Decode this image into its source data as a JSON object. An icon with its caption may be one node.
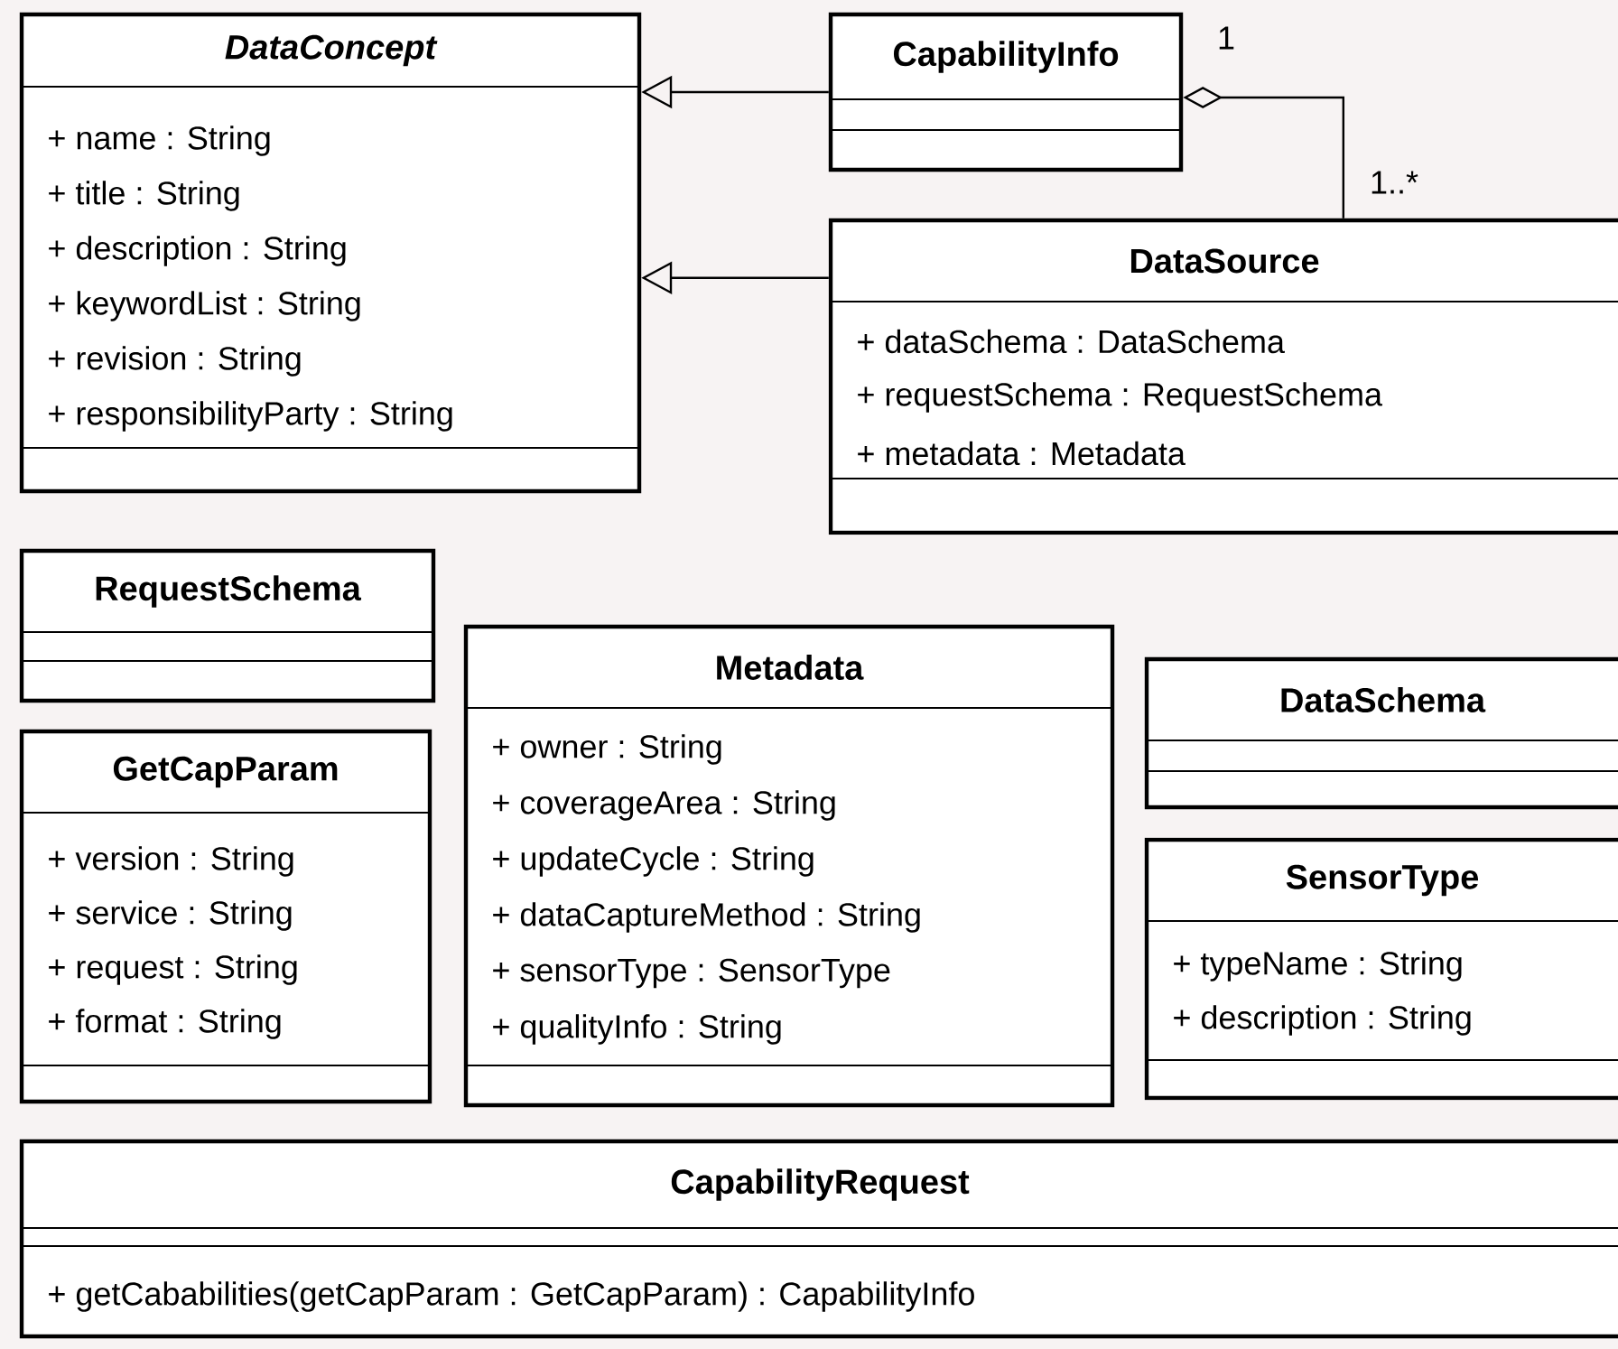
{
  "diagram": {
    "nodes": [
      {
        "text": [
          "DataConcept",
          "+ name : String",
          "+ title : String",
          "+ description : String",
          "+ keywordList : String",
          "+ revision : String",
          "+ responsibilityParty : String"
        ]
      },
      {
        "text": [
          "CapabilityInfo"
        ]
      },
      {
        "text": [
          "DataSource",
          "+ dataSchema : DataSchema",
          "+ requestSchema : RequestSchema",
          "+ metadata : Metadata"
        ]
      },
      {
        "text": [
          "RequestSchema"
        ]
      },
      {
        "text": [
          "GetCapParam",
          "+ version : String",
          "+ service : String",
          "+ request : String",
          "+ format : String"
        ]
      },
      {
        "text": [
          "Metadata",
          "+ owner : String",
          "+ coverageArea : String",
          "+ updateCycle : String",
          "+ dataCaptureMethod : String",
          "+ sensorType : SensorType",
          "+ qualityInfo : String"
        ]
      },
      {
        "text": [
          "DataSchema"
        ]
      },
      {
        "text": [
          "SensorType",
          "+ typeName : String",
          "+ description : String"
        ]
      },
      {
        "text": [
          "CapabilityRequest",
          "+ getCababilities(getCapParam : GetCapParam) : CapabilityInfo"
        ]
      }
    ],
    "edges": [
      {
        "from": 1,
        "to": 0,
        "arrow": "to"
      },
      {
        "from": 2,
        "to": 0,
        "arrow": "to"
      },
      {
        "from": 1,
        "to": 2,
        "arrow": "other"
      }
    ],
    "labels": [
      "1",
      "1..*"
    ]
  }
}
